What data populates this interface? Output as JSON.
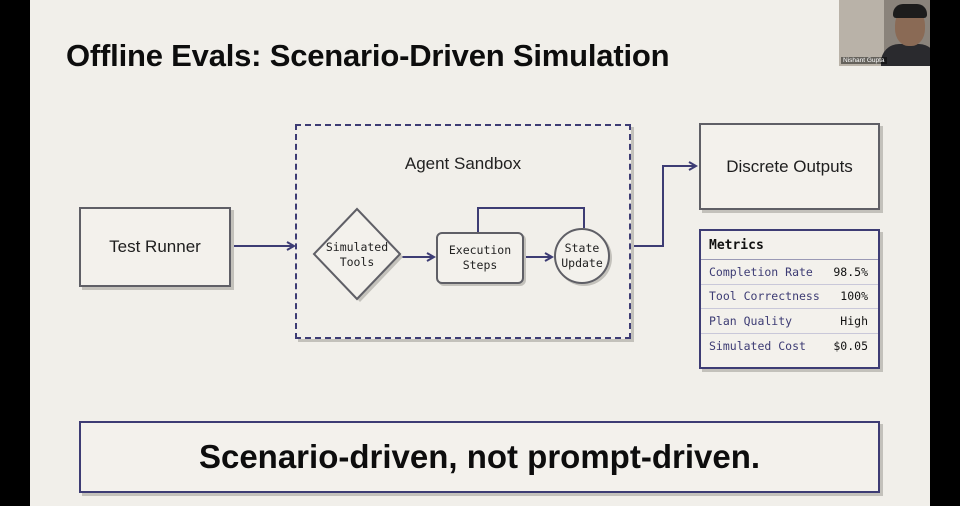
{
  "slide": {
    "title": "Offline Evals: Scenario-Driven Simulation",
    "nodes": {
      "test_runner": "Test Runner",
      "sandbox_label": "Agent Sandbox",
      "simulated_tools": [
        "Simulated",
        "Tools"
      ],
      "execution_steps": [
        "Execution",
        "Steps"
      ],
      "state_update": [
        "State",
        "Update"
      ],
      "discrete_outputs": "Discrete Outputs"
    },
    "metrics": {
      "heading": "Metrics",
      "rows": [
        {
          "name": "Completion Rate",
          "value": "98.5%"
        },
        {
          "name": "Tool Correctness",
          "value": "100%"
        },
        {
          "name": "Plan Quality",
          "value": "High"
        },
        {
          "name": "Simulated Cost",
          "value": "$0.05"
        }
      ]
    },
    "banner": "Scenario-driven, not prompt-driven."
  },
  "video": {
    "participant_name": "Nishant Gupta"
  },
  "colors": {
    "accent": "#3d3c74",
    "slide_bg": "#f1efea",
    "border": "#5f5f66"
  }
}
